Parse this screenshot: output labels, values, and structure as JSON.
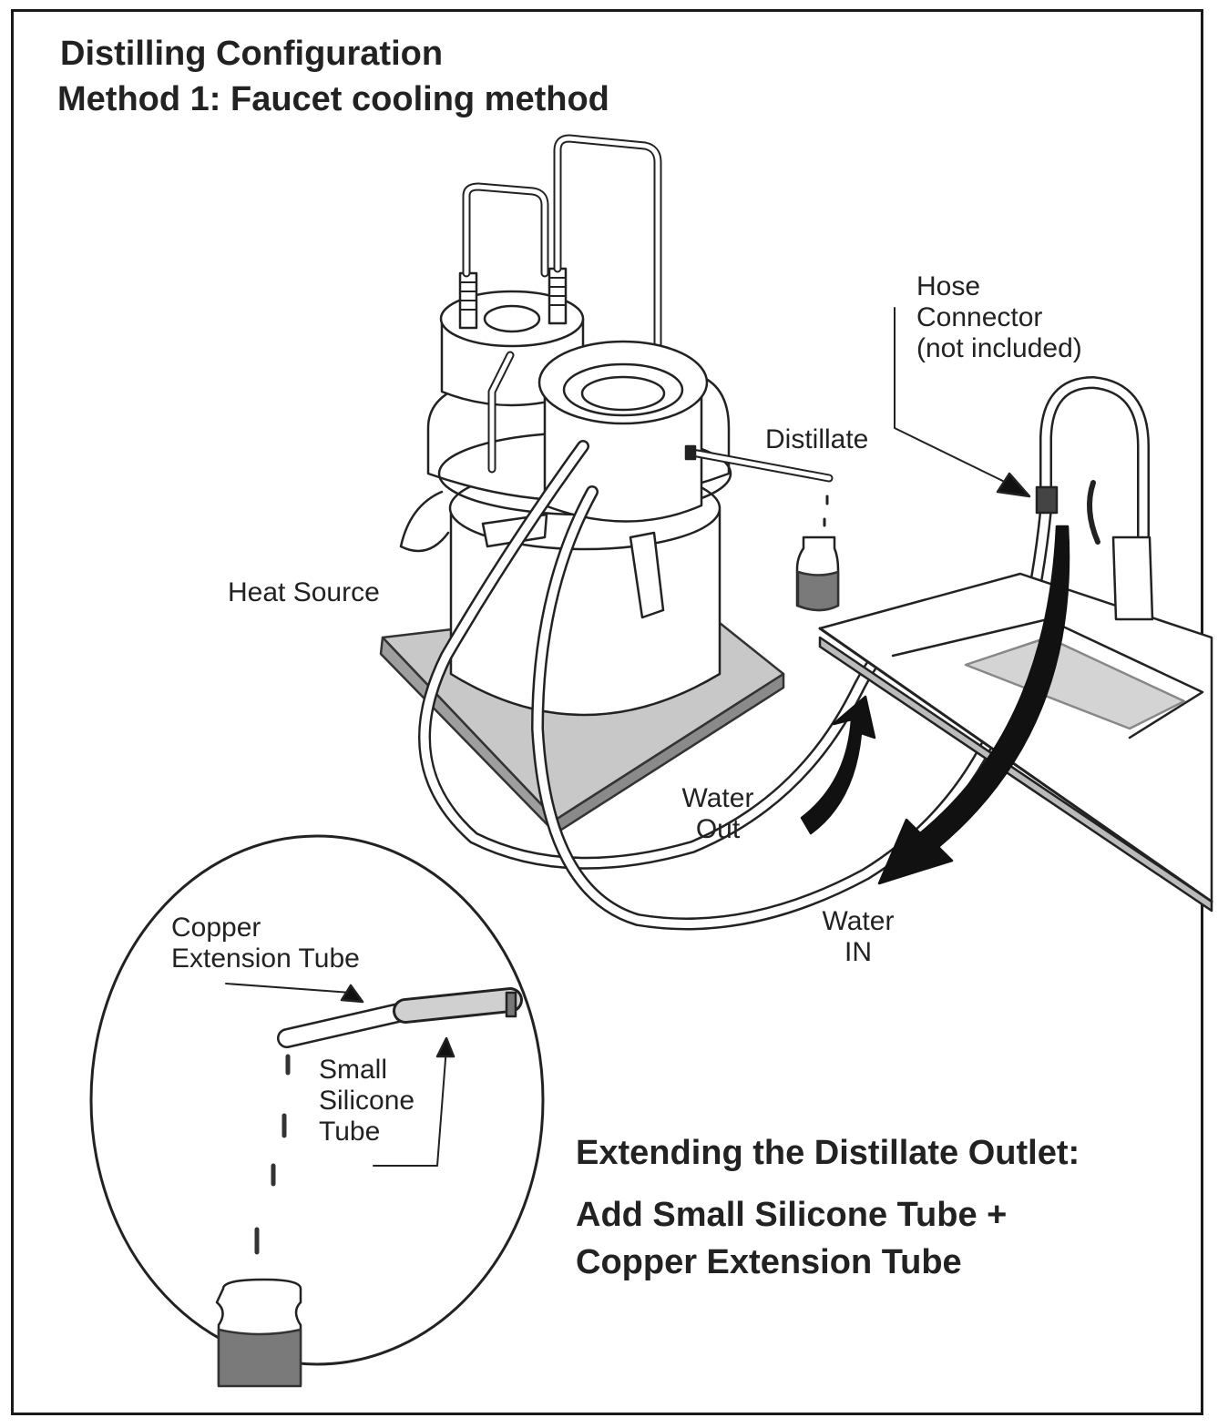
{
  "header": {
    "title_line1": "Distilling Configuration",
    "title_line2": "Method 1: Faucet cooling method"
  },
  "labels": {
    "hose_connector": [
      "Hose",
      "Connector",
      "(not included)"
    ],
    "distillate": "Distillate",
    "heat_source": "Heat Source",
    "water_out": [
      "Water",
      "Out"
    ],
    "water_in": [
      "Water",
      "IN"
    ],
    "copper_extension_tube": [
      "Copper",
      "Extension Tube"
    ],
    "small_silicone_tube": [
      "Small",
      "Silicone",
      "Tube"
    ]
  },
  "note": {
    "heading": "Extending the Distillate Outlet:",
    "line1": "Add Small Silicone Tube +",
    "line2": "Copper Extension Tube"
  },
  "colors": {
    "ink": "#222222",
    "liquid": "#7a7a7a",
    "plate": "#c8c8c8",
    "arrow": "#111111"
  }
}
